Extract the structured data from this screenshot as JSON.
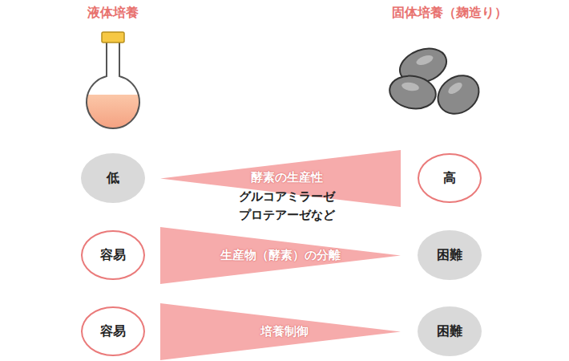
{
  "diagram": {
    "nodes": [
      {
        "text": [
          "低"
        ]
      },
      {
        "text": [
          "酵素の生産性",
          "グルコアミラーゼ プロテアーゼなど"
        ]
      },
      {
        "text": [
          "高"
        ]
      },
      {
        "text": [
          "容易"
        ]
      },
      {
        "text": [
          "生産物（酵素）の分離"
        ]
      },
      {
        "text": [
          "困難"
        ]
      },
      {
        "text": [
          "容易"
        ]
      },
      {
        "text": [
          "培養制御"
        ]
      },
      {
        "text": [
          "困難"
        ]
      }
    ],
    "labels": [
      "液体培養",
      "固体培養（麹造り）"
    ]
  }
}
